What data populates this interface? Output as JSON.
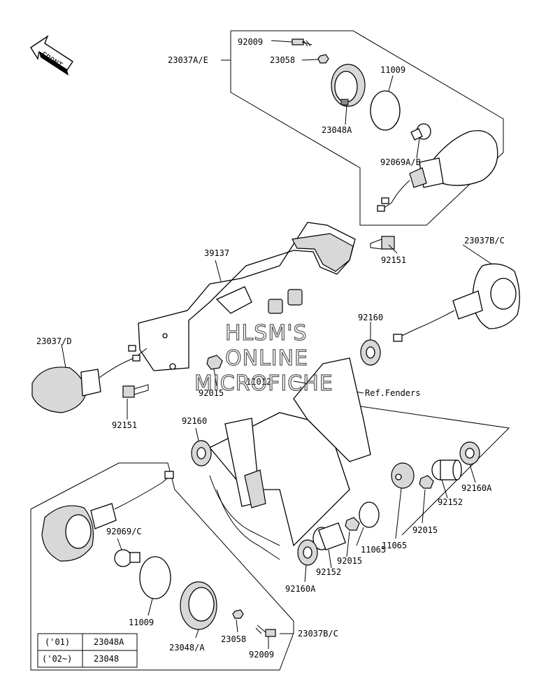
{
  "front_label": "FRONT",
  "labels": {
    "l92009_top": "92009",
    "l23037AE": "23037A/E",
    "l23058_top": "23058",
    "l11009_top": "11009",
    "l23048A": "23048A",
    "l92069AB": "92069A/B",
    "l23037BC_top": "23037B/C",
    "l39137": "39137",
    "l92151_right": "92151",
    "l92160_mid": "92160",
    "l23037D": "23037/D",
    "l92015_left": "92015",
    "l11012": "11012",
    "l92151_left": "92151",
    "ref_fenders": "Ref.Fenders",
    "l92160_left": "92160",
    "l92152_a": "92152",
    "l92160A_right": "92160A",
    "l92015_a": "92015",
    "l11065_a": "11065",
    "l11065_b": "11065",
    "l92015_b": "92015",
    "l92152_b": "92152",
    "l92160A_bottom": "92160A",
    "l92069C": "92069/C",
    "l11009_bottom": "11009",
    "l23048_A": "23048/A",
    "l23058_bottom": "23058",
    "l92009_bottom": "92009",
    "l23037BC_bottom": "23037B/C"
  },
  "table": {
    "rows": [
      {
        "year": "('01)",
        "part": "23048A"
      },
      {
        "year": "('02~)",
        "part": "23048"
      }
    ]
  },
  "watermark": [
    "HLSM'S",
    "ONLINE",
    "MICROFICHE"
  ]
}
